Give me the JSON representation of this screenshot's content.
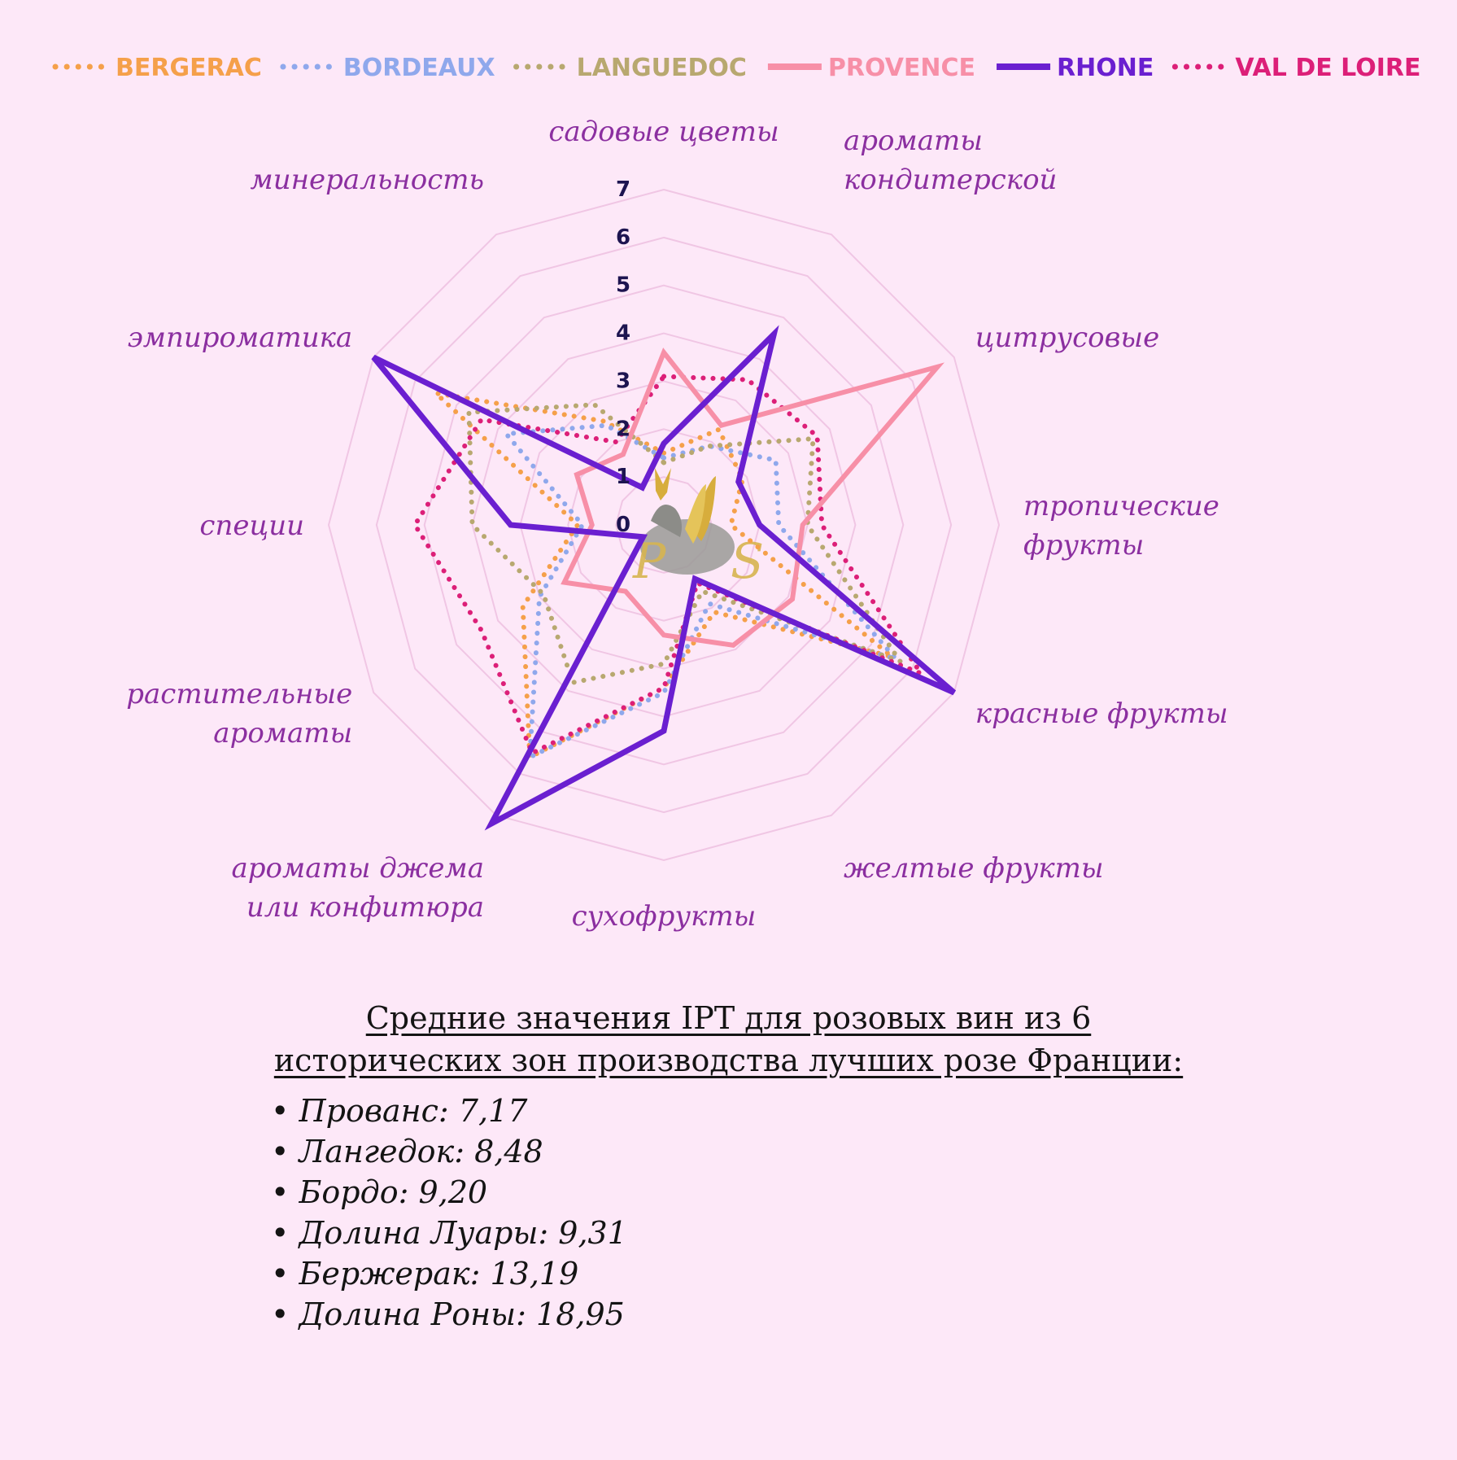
{
  "chart_data": {
    "type": "radar",
    "rmax": 7,
    "ticks": [
      "0",
      "1",
      "2",
      "3",
      "4",
      "5",
      "6",
      "7"
    ],
    "axes": [
      [
        "садовые цветы"
      ],
      [
        "ароматы",
        "кондитерской"
      ],
      [
        "цитрусовые"
      ],
      [
        "тропические",
        "фрукты"
      ],
      [
        "красные фрукты"
      ],
      [
        "желтые фрукты"
      ],
      [
        "сухофрукты"
      ],
      [
        "ароматы джема",
        "или конфитюра"
      ],
      [
        "растительные",
        "ароматы"
      ],
      [
        "специи"
      ],
      [
        "эмпироматика"
      ],
      [
        "минеральность"
      ]
    ],
    "series": [
      {
        "name": "BERGERAC",
        "color": "#f5a04a",
        "style": "dotted",
        "values": [
          1.5,
          2.3,
          1.9,
          1.4,
          5.5,
          2.1,
          3.4,
          5.6,
          3.4,
          1.8,
          5.5,
          2.5
        ]
      },
      {
        "name": "BORDEAUX",
        "color": "#8fa8ec",
        "style": "dotted",
        "values": [
          1.4,
          1.9,
          2.7,
          2.4,
          5.6,
          1.9,
          3.5,
          5.6,
          3.0,
          1.7,
          3.8,
          2.4
        ]
      },
      {
        "name": "LANGUEDOC",
        "color": "#b8a870",
        "style": "dotted",
        "values": [
          1.3,
          1.9,
          3.6,
          3.0,
          5.7,
          1.6,
          2.9,
          3.8,
          2.9,
          4.0,
          4.7,
          2.9
        ]
      },
      {
        "name": "PROVENCE",
        "color": "#f78fa7",
        "style": "solid",
        "values": [
          3.6,
          2.4,
          6.6,
          2.9,
          3.1,
          2.9,
          2.3,
          1.6,
          2.4,
          1.5,
          2.1,
          1.7
        ]
      },
      {
        "name": "RHONE",
        "color": "#6a1fd0",
        "style": "solid",
        "values": [
          1.7,
          4.6,
          1.8,
          2.0,
          7.0,
          1.3,
          4.3,
          7.2,
          0.5,
          3.2,
          7.0,
          0.9
        ]
      },
      {
        "name": "VAL DE LOIRE",
        "color": "#dc1f78",
        "style": "dotted",
        "values": [
          3.1,
          3.5,
          3.7,
          3.3,
          6.2,
          1.4,
          3.4,
          5.5,
          4.4,
          5.2,
          4.4,
          2.0
        ]
      }
    ]
  },
  "caption": {
    "line1": "Средние значения IPT для розовых вин из 6",
    "line2": "исторических зон производства лучших розе Франции:"
  },
  "stats": [
    "Прованс: 7,17",
    "Лангедок: 8,48",
    "Бордо: 9,20",
    "Долина Луары: 9,31",
    "Бержерак: 13,19",
    "Долина Роны: 18,95"
  ]
}
